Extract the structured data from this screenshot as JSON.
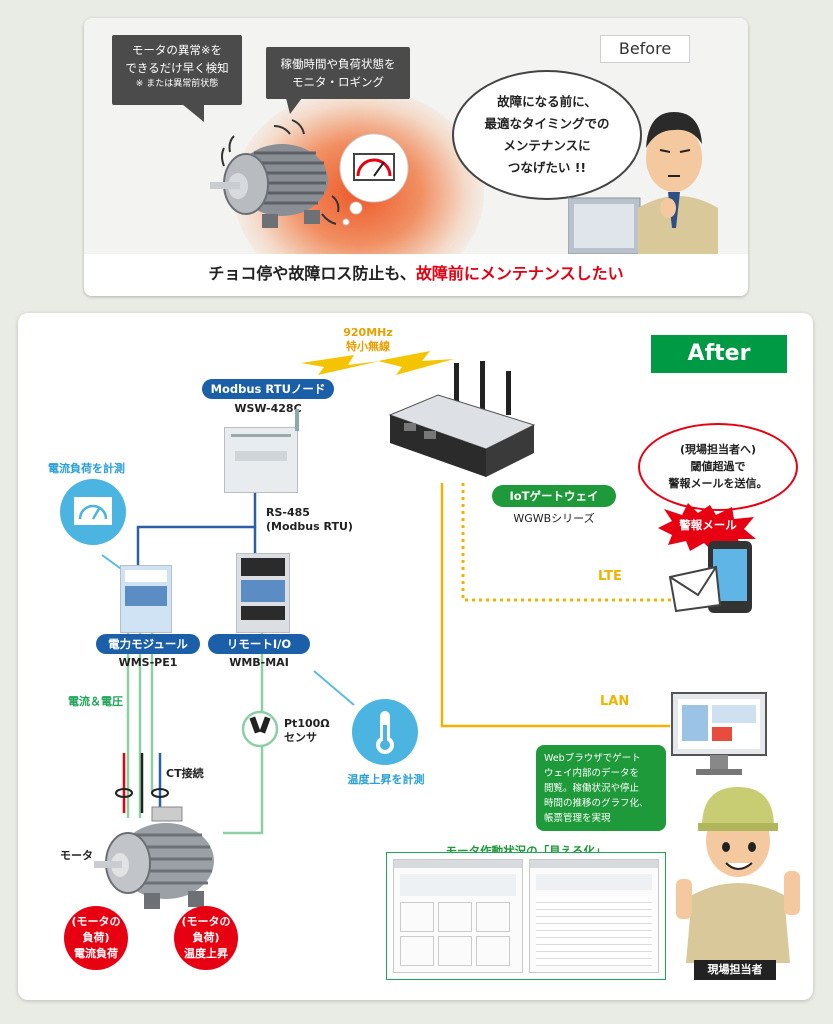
{
  "before": {
    "tag": "Before",
    "callout1": {
      "line1": "モータの異常※を",
      "line2": "できるだけ早く検知",
      "note": "※ または異常前状態"
    },
    "callout2": {
      "line1": "稼働時間や負荷状態を",
      "line2": "モニタ・ロギング"
    },
    "thought": {
      "line1": "故障になる前に、",
      "line2": "最適なタイミングでの",
      "line3": "メンテナンスに",
      "line4": "つなげたい !!"
    },
    "caption_black": "チョコ停や故障ロス防止も、",
    "caption_red": "故障前にメンテナンスしたい"
  },
  "after": {
    "tag": "After",
    "radio": {
      "freq": "920MHz",
      "name": "特小無線"
    },
    "rtu_node": {
      "label": "Modbus RTUノード",
      "model": "WSW-428C"
    },
    "rs485": {
      "line1": "RS-485",
      "line2": "(Modbus RTU)"
    },
    "gateway": {
      "label": "IoTゲートウェイ",
      "series": "WGWBシリーズ"
    },
    "current_measure": "電流負荷を計測",
    "power_module": {
      "label": "電力モジュール",
      "model": "WMS-PE1"
    },
    "remote_io": {
      "label": "リモートI/O",
      "model": "WMB-MAI"
    },
    "current_voltage": "電流＆電圧",
    "pt100": {
      "line1": "Pt100Ω",
      "line2": "センサ"
    },
    "temp_measure": "温度上昇を計測",
    "ct": "CT接続",
    "motor": "モータ",
    "load_current": {
      "line1": "(モータの",
      "line2": "負荷)",
      "line3": "電流負荷"
    },
    "load_temp": {
      "line1": "(モータの",
      "line2": "負荷)",
      "line3": "温度上昇"
    },
    "alert": {
      "line1": "(現場担当者へ)",
      "line2": "閾値超過で",
      "line3": "警報メールを送信。"
    },
    "alert_mail": "警報メール",
    "lte": "LTE",
    "lan": "LAN",
    "browser_note": {
      "line1": "Webブラウザでゲート",
      "line2": "ウェイ内部のデータを",
      "line3": "閲覧。稼働状況や停止",
      "line4": "時間の推移のグラフ化、",
      "line5": "帳票管理を実現"
    },
    "visualize_title": "モータ作動状況の「見える化」",
    "person": "現場担当者"
  },
  "colors": {
    "accent_green": "#009a44",
    "accent_red": "#e60012",
    "accent_blue": "#1a5fa8",
    "wire_yellow": "#f0b400"
  }
}
